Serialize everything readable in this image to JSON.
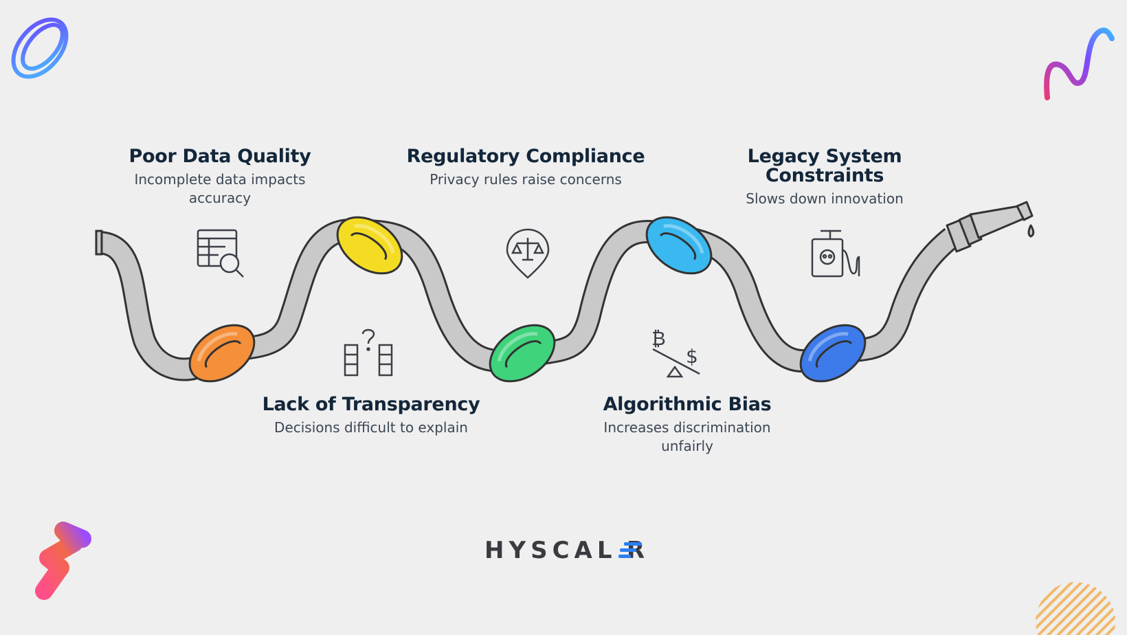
{
  "challenges": [
    {
      "id": "poor-data-quality",
      "title": "Poor Data Quality",
      "description": "Incomplete data impacts accuracy",
      "knot_color": "#f58f3a",
      "icon": "table-search-icon"
    },
    {
      "id": "lack-of-transparency",
      "title": "Lack of Transparency",
      "description": "Decisions difficult to explain",
      "knot_color": "#f4dc22",
      "icon": "question-blocks-icon"
    },
    {
      "id": "regulatory-compliance",
      "title": "Regulatory Compliance",
      "description": "Privacy rules raise concerns",
      "knot_color": "#3fd37c",
      "icon": "scales-pin-icon"
    },
    {
      "id": "algorithmic-bias",
      "title": "Algorithmic Bias",
      "description": "Increases discrimination unfairly",
      "knot_color": "#3ab8f0",
      "icon": "currency-seesaw-icon"
    },
    {
      "id": "legacy-system-constraints",
      "title": "Legacy System Constraints",
      "description": "Slows down innovation",
      "knot_color": "#3d7bea",
      "icon": "fuel-pump-skull-icon"
    }
  ],
  "brand": {
    "left_text": "HYSCAL",
    "right_text": "R",
    "accent_color": "#2d7ff2"
  },
  "hose_color": "#c9c9c9",
  "decorations": [
    "swirl-icon",
    "wave-icon",
    "zigzag-icon",
    "striped-circle-icon"
  ]
}
